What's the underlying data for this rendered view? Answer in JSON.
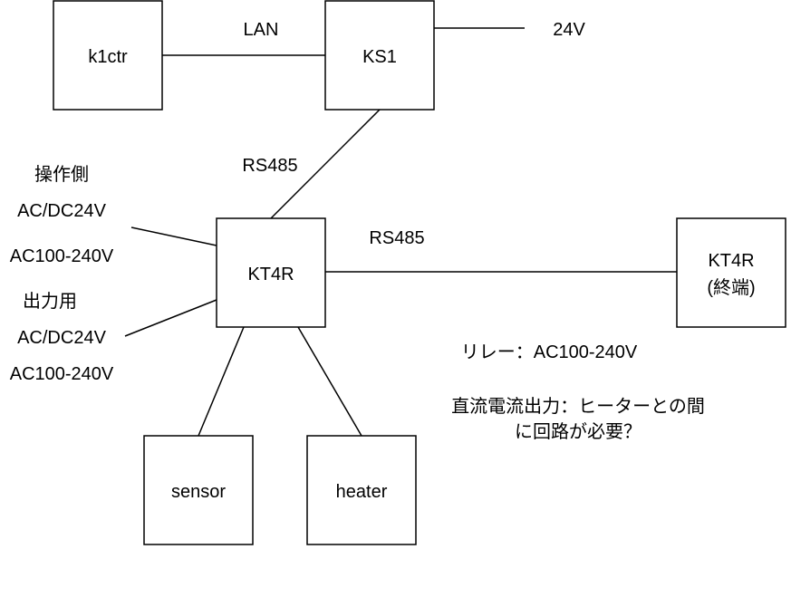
{
  "nodes": {
    "k1ctr": "k1ctr",
    "ks1": "KS1",
    "kt4r": "KT4R",
    "kt4r_end": {
      "line1": "KT4R",
      "line2": "(終端)"
    },
    "sensor": "sensor",
    "heater": "heater"
  },
  "edge_labels": {
    "lan": "LAN",
    "power_24v": "24V",
    "rs485_ks1_kt4r": "RS485",
    "rs485_kt4r_end": "RS485"
  },
  "annotations": {
    "operation_side": {
      "title": "操作側",
      "line1": "AC/DC24V",
      "line2": "AC100-240V"
    },
    "output_side": {
      "title": "出力用",
      "line1": "AC/DC24V",
      "line2": "AC100-240V"
    },
    "relay": "リレー：AC100-240V",
    "dc_output": {
      "line1": "直流電流出力：ヒーターとの間",
      "line2": "に回路が必要？"
    }
  }
}
